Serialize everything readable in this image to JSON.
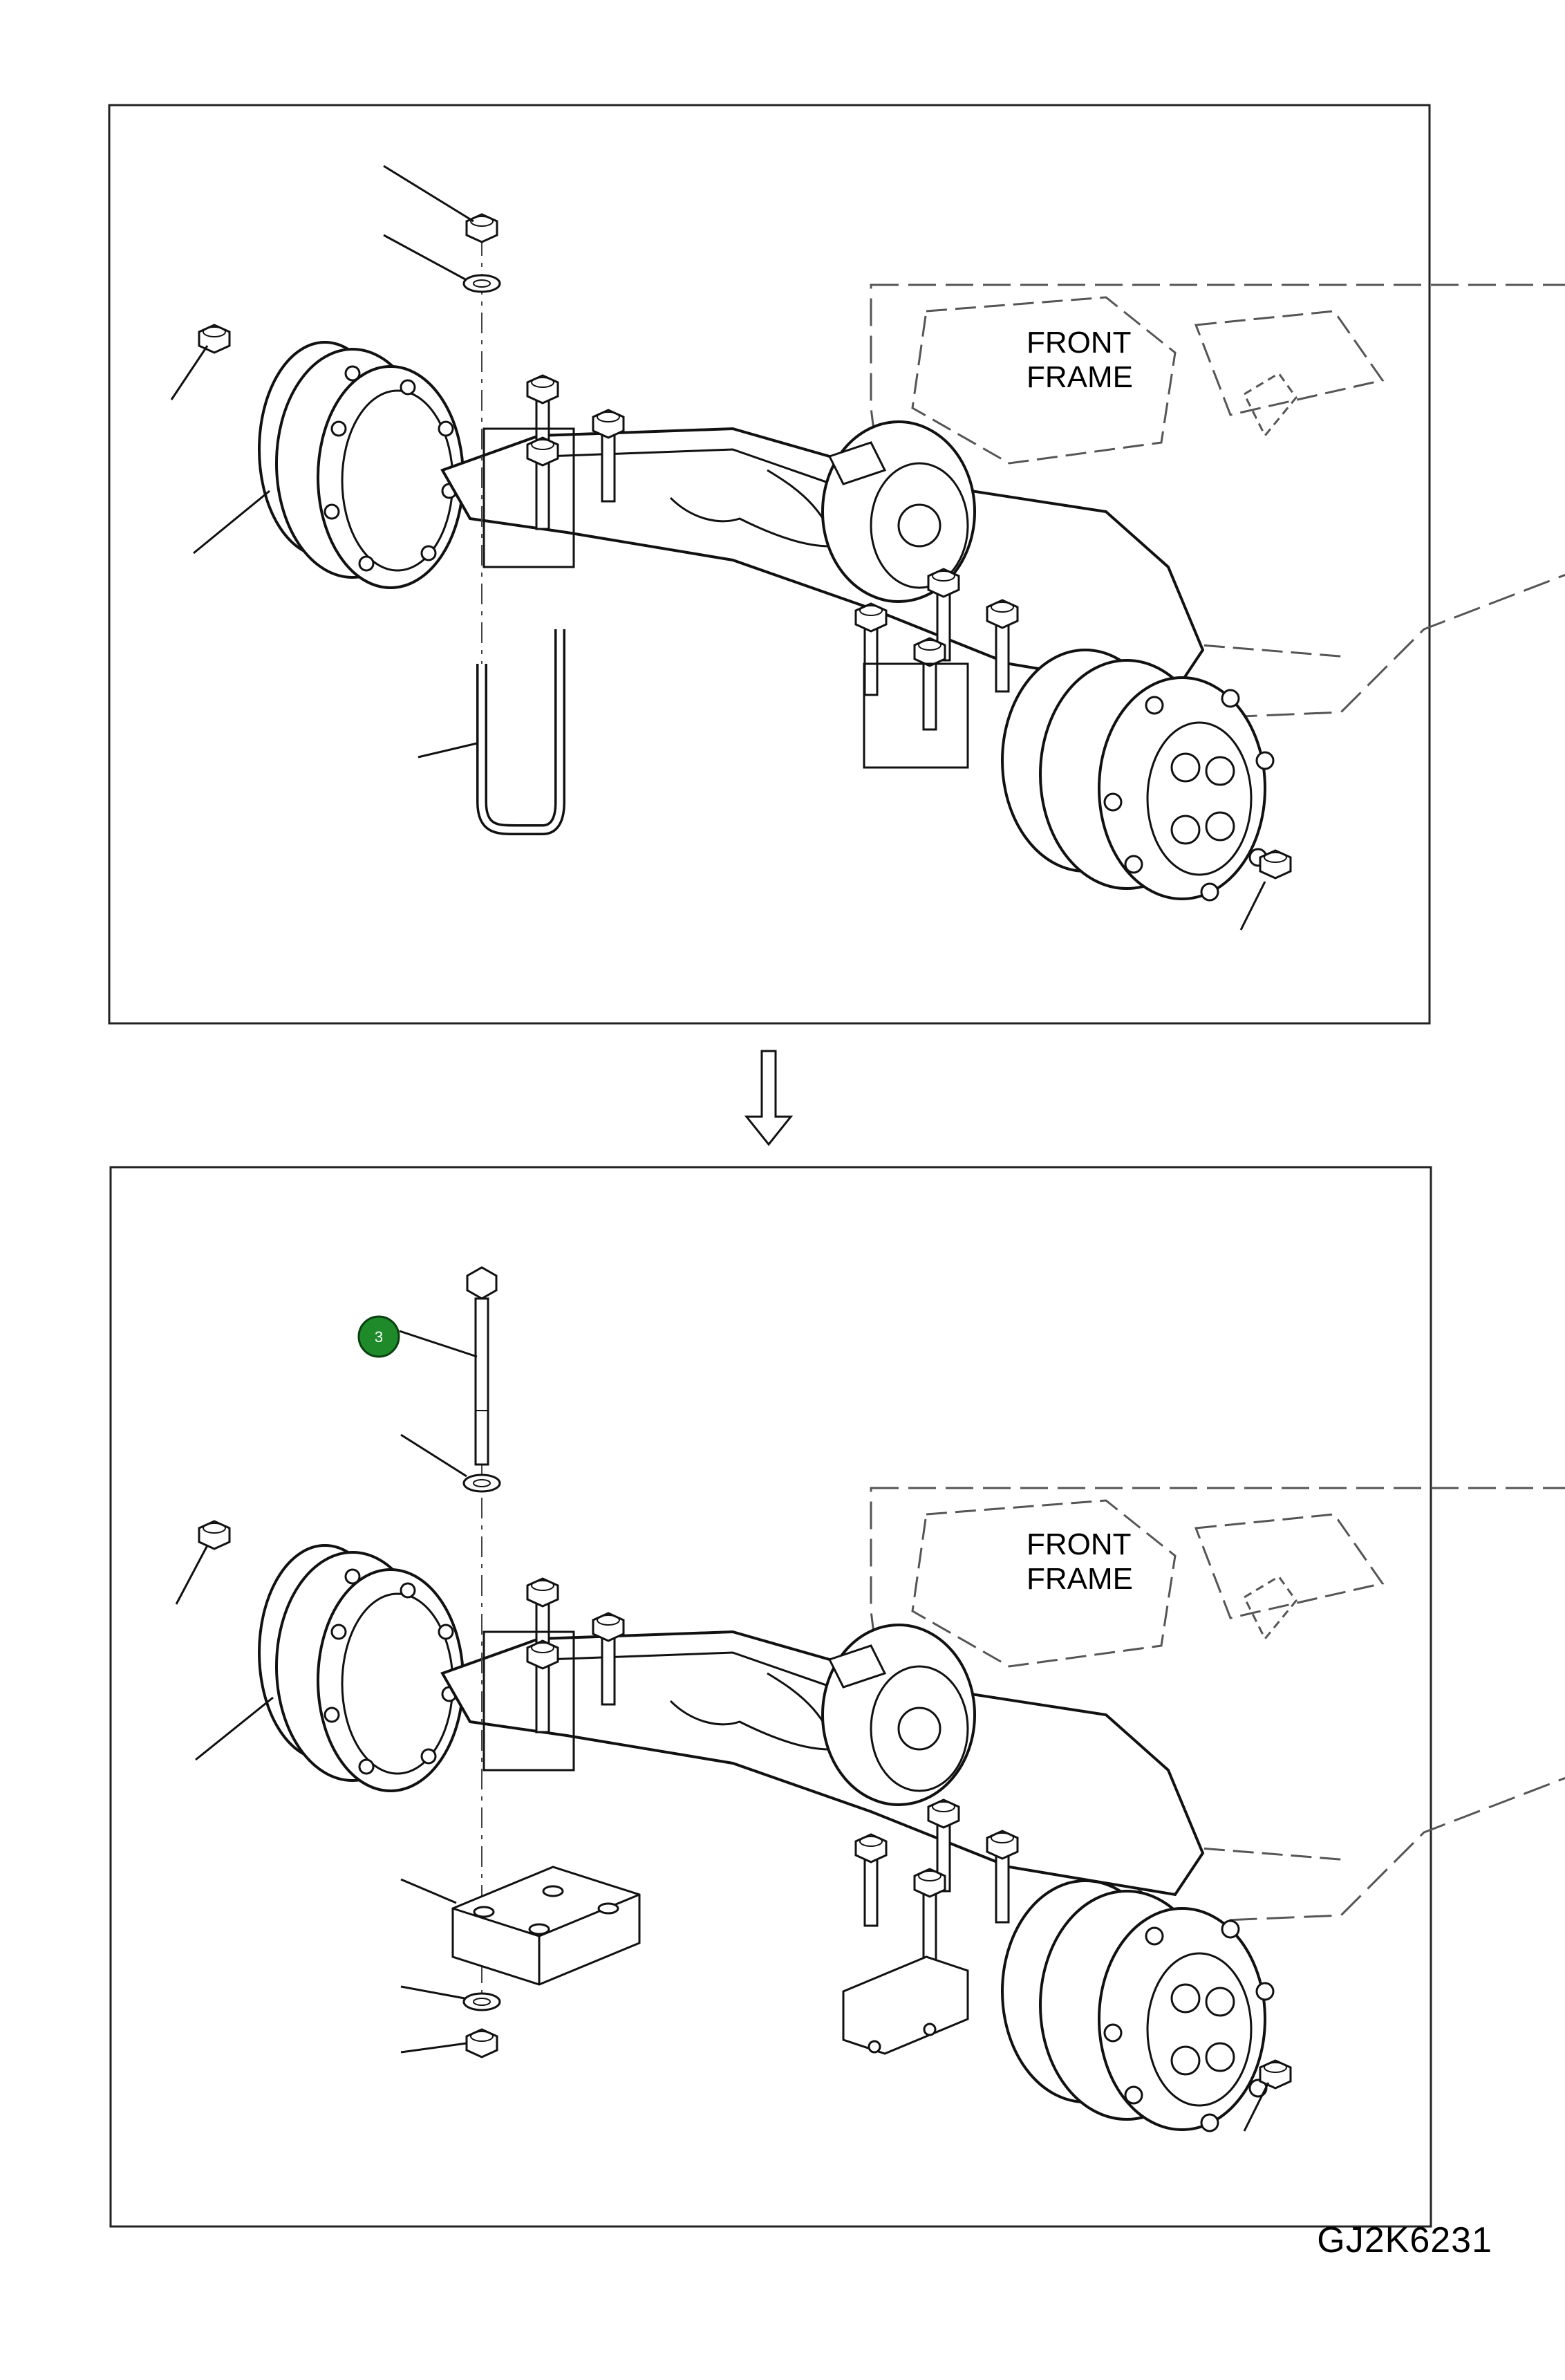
{
  "panels": [
    {
      "frame_label_line1": "FRONT",
      "frame_label_line2": "FRAME"
    },
    {
      "frame_label_line1": "FRONT",
      "frame_label_line2": "FRAME",
      "callout_number": "3",
      "callout_color": "#1f8a2a"
    }
  ],
  "figure_code": "GJ2K6231"
}
